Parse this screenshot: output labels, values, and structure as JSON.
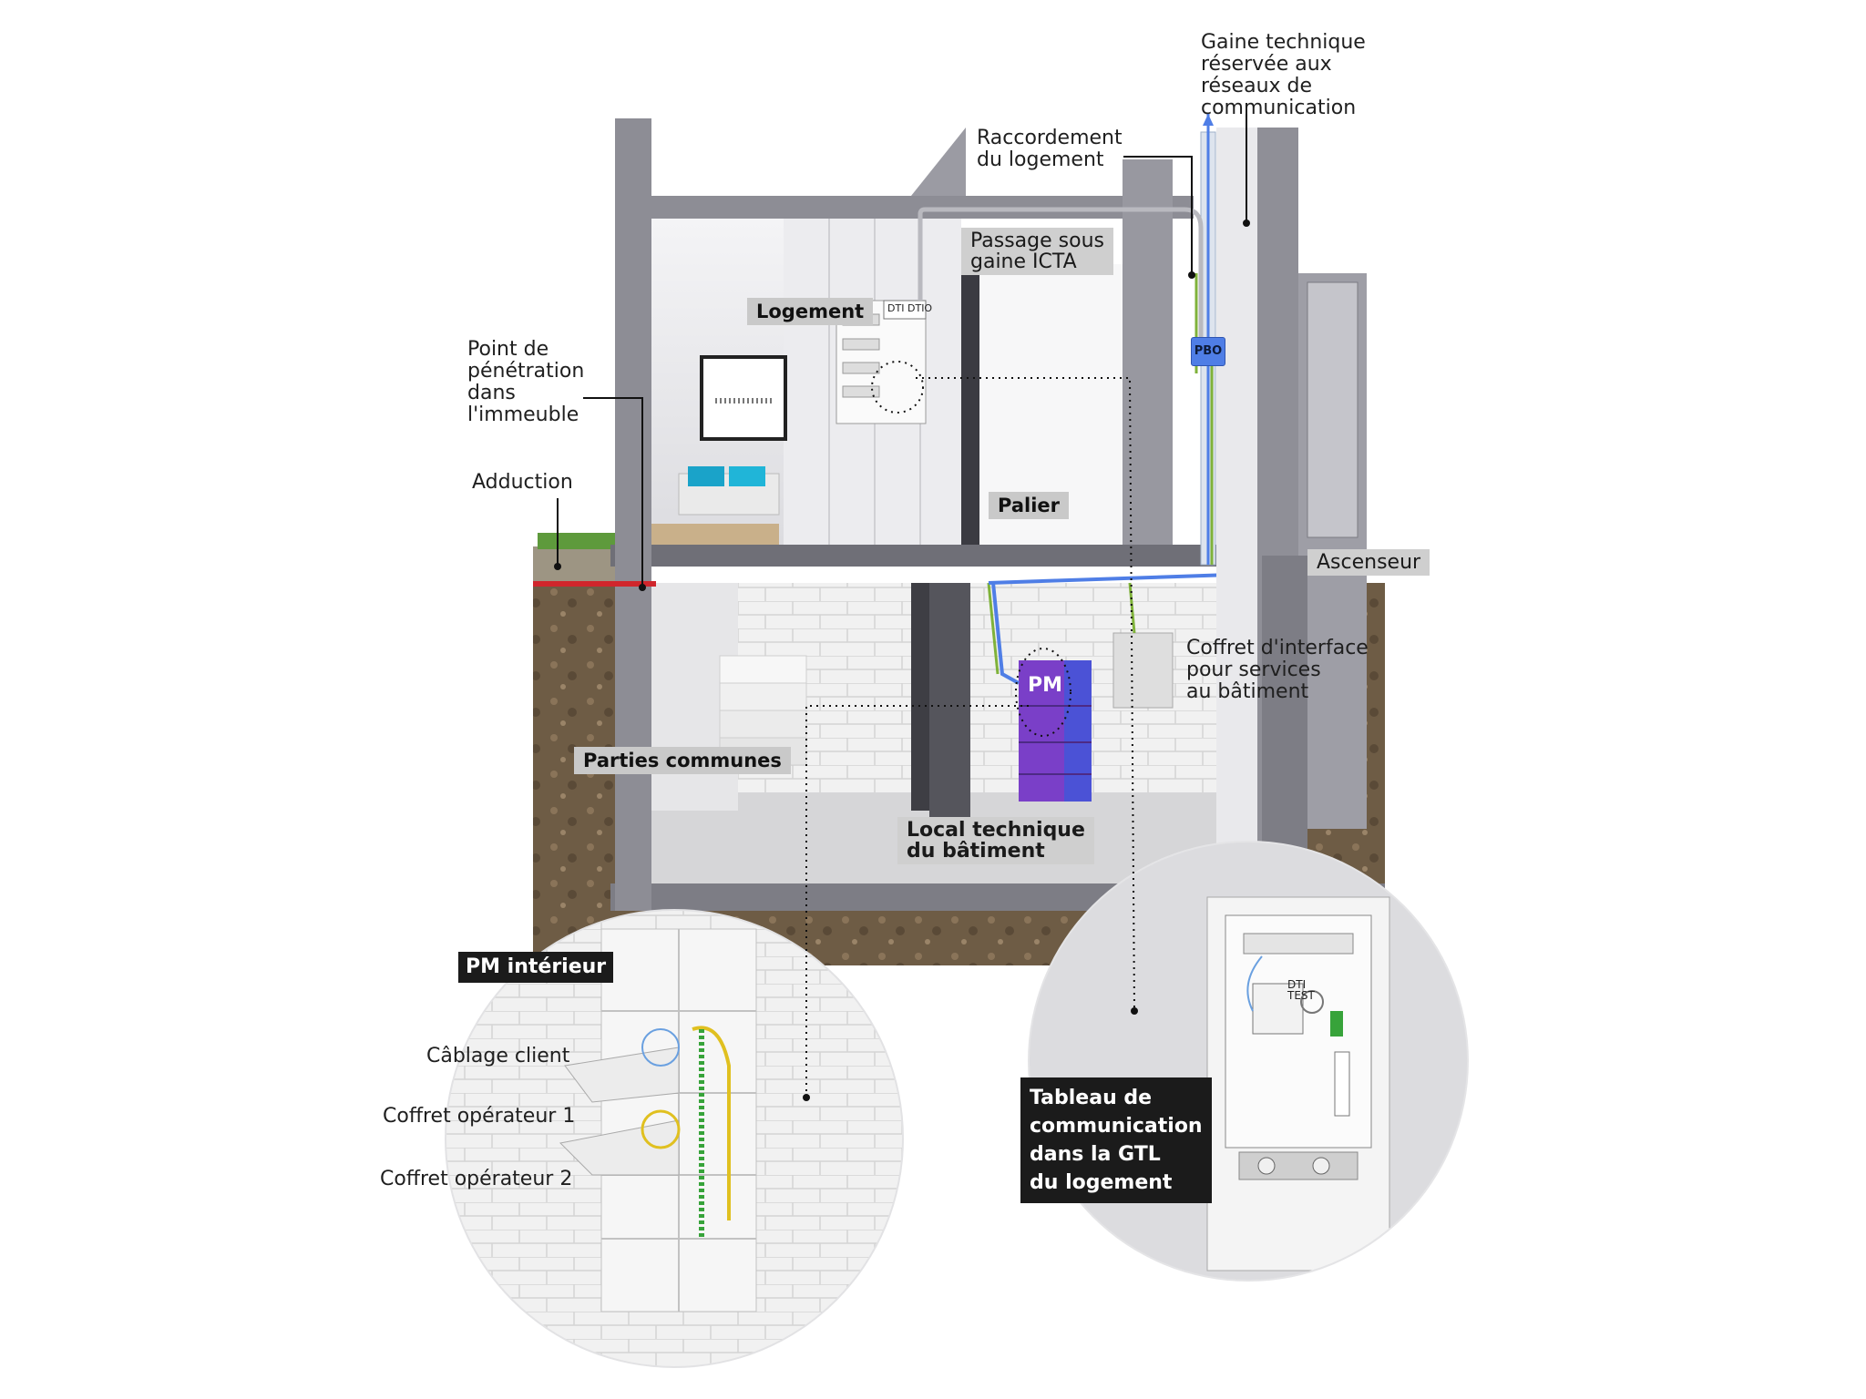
{
  "labels": {
    "gaine_technique": "Gaine technique\nréservée aux\nréseaux de\ncommunication",
    "raccordement": "Raccordement\ndu logement",
    "passage_gaine": "Passage sous\ngaine ICTA",
    "logement": "Logement",
    "point_penetration": "Point de\npénétration\ndans\nl'immeuble",
    "adduction": "Adduction",
    "palier": "Palier",
    "ascenseur": "Ascenseur",
    "pbo": "PBO",
    "coffret_interface": "Coffret d'interface\npour services\nau bâtiment",
    "pm": "PM",
    "parties_communes": "Parties communes",
    "local_technique": "Local technique\ndu bâtiment",
    "pm_interieur": "PM intérieur",
    "cablage_client": "Câblage client",
    "coffret_op1": "Coffret opérateur 1",
    "coffret_op2": "Coffret opérateur 2",
    "tableau_communication": "Tableau de\ncommunication\ndans la GTL\ndu logement",
    "dti": "DTI",
    "dtio": "DTIO",
    "dti_test": "DTI\nTEST"
  },
  "colors": {
    "wall": "#8f8f96",
    "soil": "#6b5a45",
    "pm_purple": "#7a3fc8",
    "pm_blue": "#4b52d6",
    "fiber_green": "#7fb23a",
    "fiber_blue": "#4f7ee6",
    "cable_red": "#d0262c",
    "tag_dark": "#1b1b1b",
    "tag_grey": "#c9c9c9"
  }
}
